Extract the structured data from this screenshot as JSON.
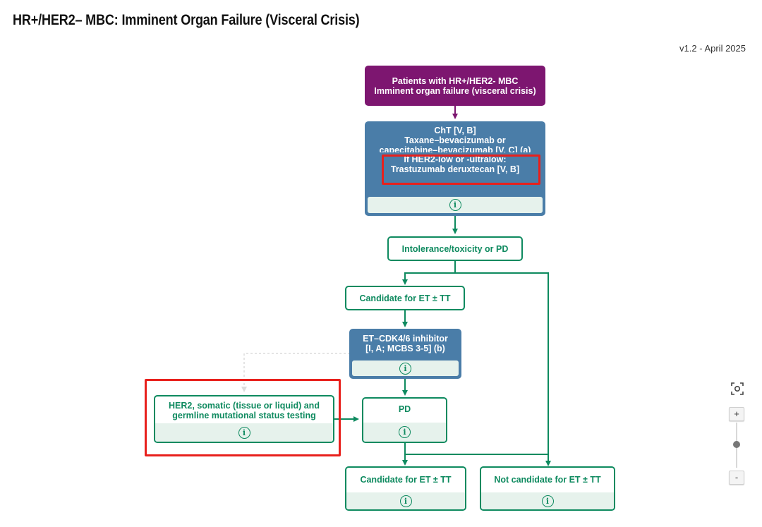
{
  "title": "HR+/HER2– MBC: Imminent Organ Failure (Visceral Crisis)",
  "version": "v1.2 - April 2025",
  "nodes": {
    "patients": {
      "lines": [
        "Patients with HR+/HER2- MBC",
        "Imminent organ failure (visceral crisis)"
      ]
    },
    "cht": {
      "lines": [
        "ChT [V, B]",
        "Taxane–bevacizumab or",
        "capecitabine–bevacizumab [V, C] (a)"
      ]
    },
    "her2_low": {
      "lines": [
        "If HER2-low or -ultralow:",
        "Trastuzumab deruxtecan [V, B]"
      ]
    },
    "intolerance": {
      "label": "Intolerance/toxicity or PD"
    },
    "candidate_1": {
      "label": "Candidate for ET ± TT"
    },
    "cdk46": {
      "lines": [
        "ET–CDK4/6 inhibitor",
        "[I, A; MCBS 3-5] (b)"
      ]
    },
    "her2_testing": {
      "lines": [
        "HER2, somatic (tissue or liquid) and",
        "germline mutational status testing"
      ]
    },
    "pd": {
      "label": "PD"
    },
    "candidate_2": {
      "label": "Candidate for ET ± TT"
    },
    "not_candidate": {
      "label": "Not candidate for ET ± TT"
    }
  },
  "info_icon_glyph": "i",
  "controls": {
    "zoom_in": "+",
    "zoom_out": "-",
    "fit_icon": "focus-icon"
  },
  "colors": {
    "purple": "#7d1670",
    "blue": "#4a7da8",
    "green": "#0e8a5f",
    "info_bg": "#e6f2ec",
    "highlight": "#e8201c"
  }
}
